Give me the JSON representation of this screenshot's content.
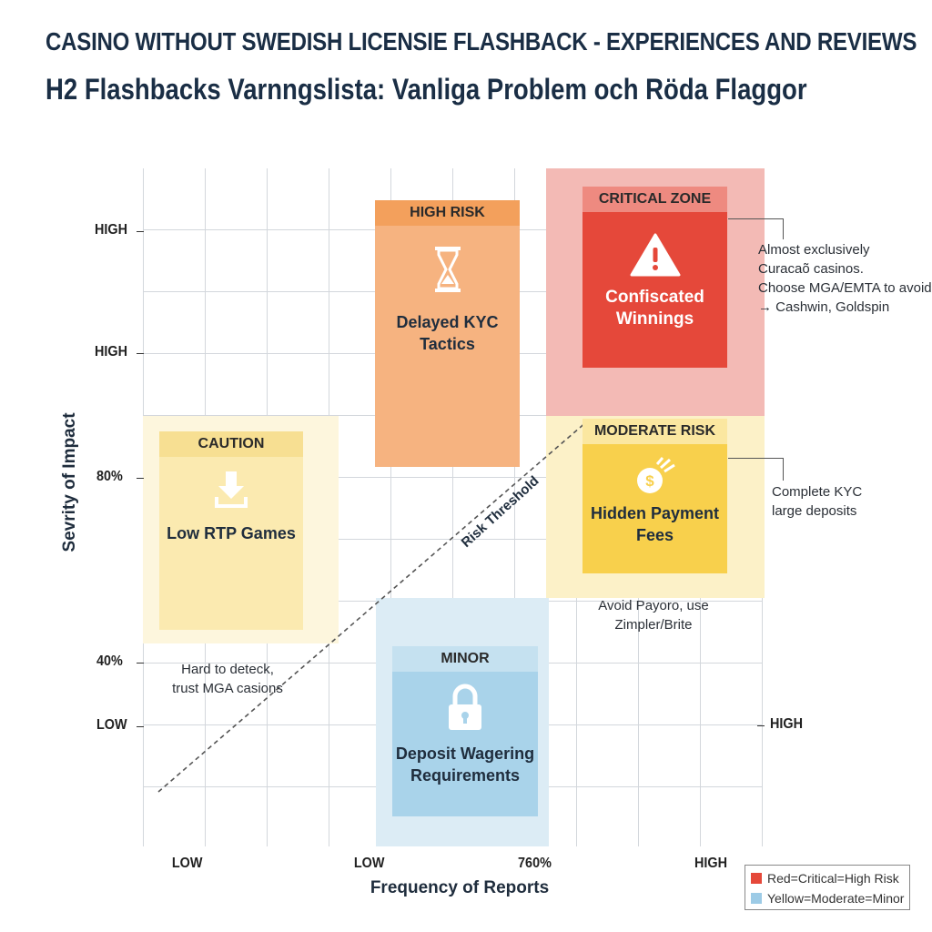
{
  "header": {
    "title": "CASINO WITHOUT SWEDISH LICENSIE FLASHBACK - EXPERIENCES AND REVIEWS",
    "subtitle": "H2  Flashbacks Varnngslista: Vanliga Problem och Röda Flaggor"
  },
  "axes": {
    "y_title": "Sevrity of Impact",
    "x_title": "Frequency of Reports",
    "y_ticks": [
      "HIGH",
      "HIGH",
      "80%",
      "40%",
      "LOW"
    ],
    "x_ticks": [
      "LOW",
      "LOW",
      "760%",
      "HIGH"
    ],
    "right_label": "HIGH"
  },
  "threshold": {
    "label": "Risk Threshold"
  },
  "boxes": {
    "high_risk": {
      "header": "HIGH RISK",
      "label_line1": "Delayed KYC",
      "label_line2": "Tactics",
      "icon": "hourglass-icon"
    },
    "critical": {
      "header": "CRITICAL ZONE",
      "label_line1": "Confiscated",
      "label_line2": "Winnings",
      "icon": "warning-icon"
    },
    "caution": {
      "header": "CAUTION",
      "label_line1": "Low RTP Games",
      "icon": "download-icon"
    },
    "moderate": {
      "header": "MODERATE RISK",
      "label_line1": "Hidden Payment",
      "label_line2": "Fees",
      "icon": "coin-icon"
    },
    "minor": {
      "header": "MINOR",
      "label_line1": "Deposit Wagering",
      "label_line2": "Requirements",
      "icon": "lock-icon"
    }
  },
  "notes": {
    "critical": [
      "Almost exclusively",
      "Curacaõ casinos.",
      "Choose MGA/EMTA to avoid",
      "→  Cashwin, Goldspin"
    ],
    "moderate": [
      "Complete KYC",
      "large deposits"
    ],
    "moderate_below": [
      "Avoid Payoro, use",
      "Zimpler/Brite"
    ],
    "caution": [
      "Hard to deteck,",
      "trust MGA casions"
    ]
  },
  "legend": {
    "items": [
      {
        "label": "Red=Critical=High Risk",
        "color": "#e5483a"
      },
      {
        "label": "Yellow=Moderate=Minor",
        "color": "#9dcbe6"
      }
    ]
  },
  "colors": {
    "critical": "#e5483a",
    "critical_zone": "#f3b9b4",
    "high_risk": "#f6b27f",
    "high_risk_header": "#f3a05c",
    "caution": "#fbeab0",
    "caution_header": "#f7df92",
    "moderate": "#f8d04c",
    "moderate_header": "#fbe7a0",
    "minor": "#a9d3ea",
    "minor_zone": "#dcecf5"
  }
}
